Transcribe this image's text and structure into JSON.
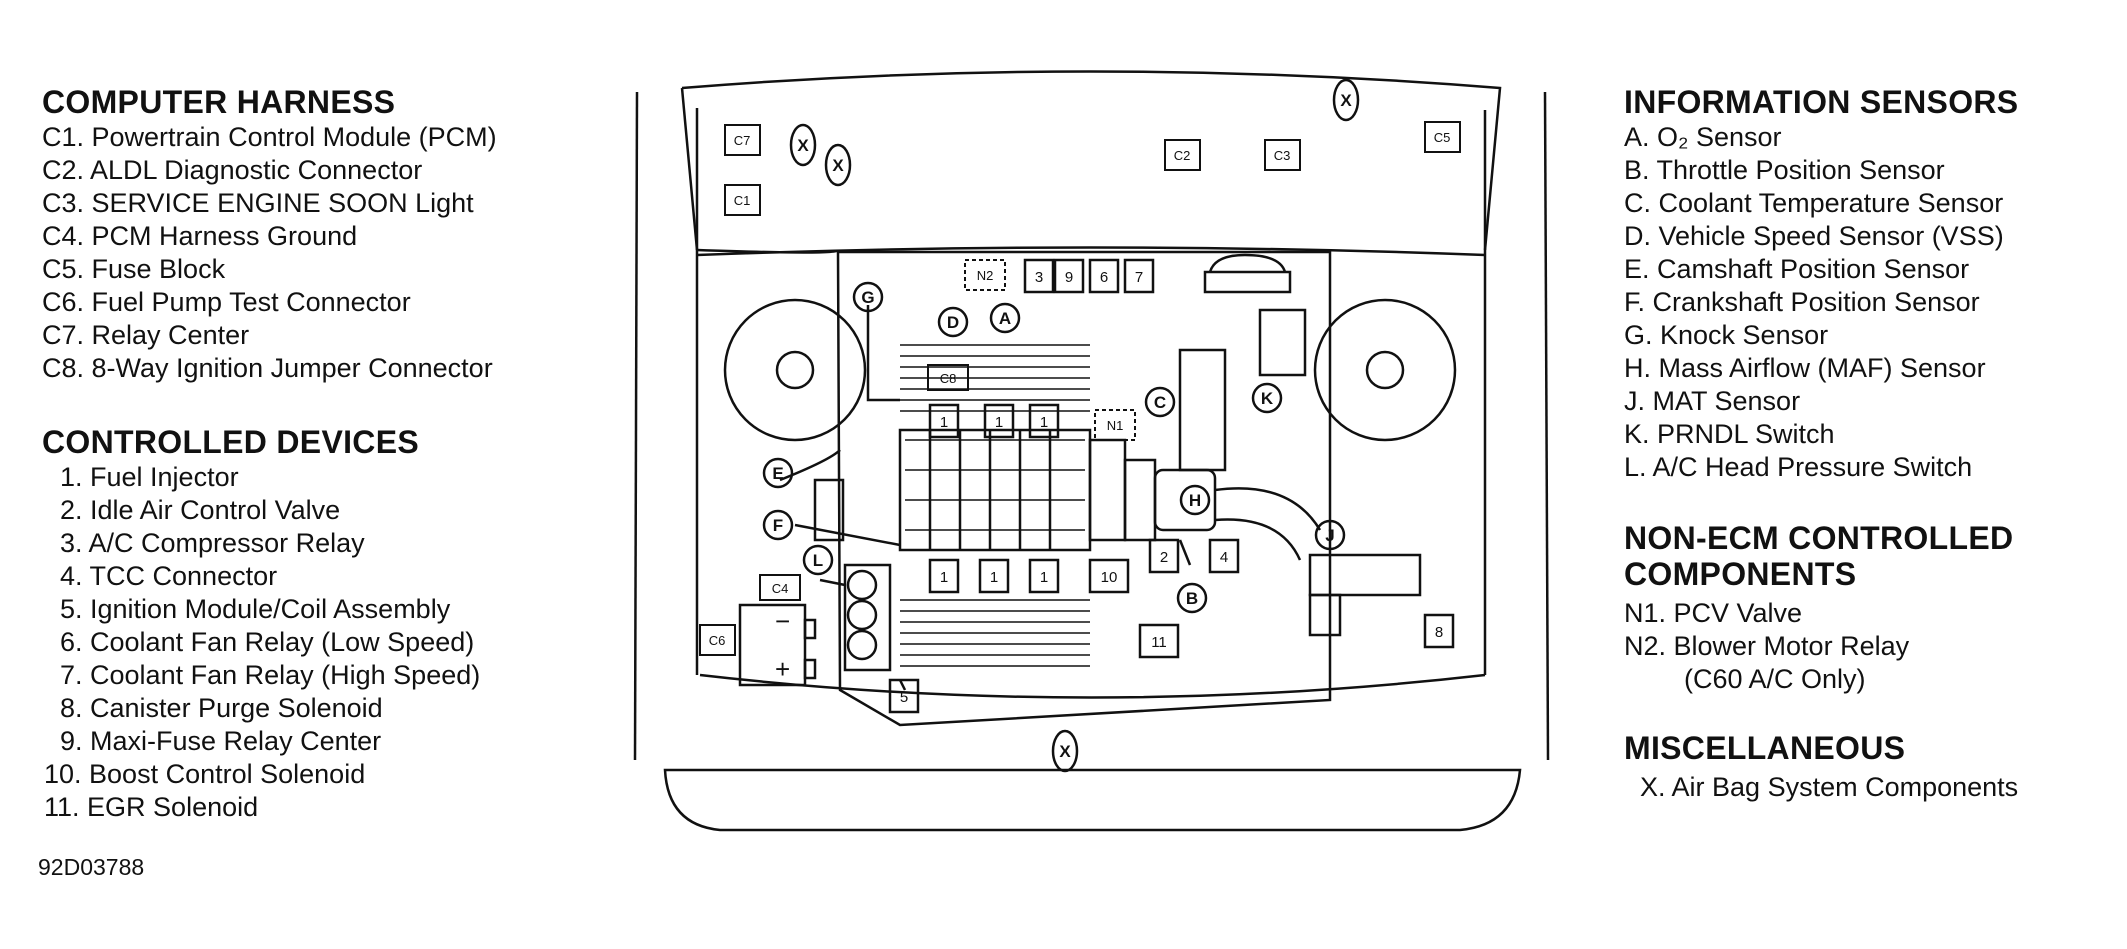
{
  "left": {
    "harness_title": "COMPUTER HARNESS",
    "harness_items": [
      "C1. Powertrain Control Module (PCM)",
      "C2. ALDL Diagnostic Connector",
      "C3. SERVICE ENGINE SOON Light",
      "C4. PCM Harness Ground",
      "C5. Fuse Block",
      "C6. Fuel Pump Test Connector",
      "C7. Relay Center",
      "C8. 8-Way Ignition Jumper Connector"
    ],
    "devices_title": "CONTROLLED DEVICES",
    "devices_items": [
      "1. Fuel Injector",
      "2. Idle Air Control Valve",
      "3. A/C Compressor Relay",
      "4. TCC Connector",
      "5. Ignition Module/Coil Assembly",
      "6. Coolant Fan Relay (Low Speed)",
      "7. Coolant Fan Relay (High Speed)",
      "8. Canister Purge Solenoid",
      "9. Maxi-Fuse Relay Center",
      "10. Boost Control Solenoid",
      "11. EGR Solenoid"
    ],
    "figure_ref": "92D03788"
  },
  "right": {
    "sensors_title": "INFORMATION SENSORS",
    "sensors_items": [
      "A. O₂ Sensor",
      "B. Throttle Position Sensor",
      "C. Coolant Temperature Sensor",
      "D. Vehicle Speed Sensor (VSS)",
      "E. Camshaft Position Sensor",
      "F. Crankshaft Position Sensor",
      "G. Knock Sensor",
      "H. Mass Airflow (MAF) Sensor",
      "J. MAT Sensor",
      "K. PRNDL Switch",
      "L. A/C Head Pressure Switch"
    ],
    "nonecm_title_1": "NON-ECM CONTROLLED",
    "nonecm_title_2": "COMPONENTS",
    "nonecm_items": [
      "N1. PCV Valve",
      "N2. Blower Motor Relay",
      "(C60 A/C Only)"
    ],
    "misc_title": "MISCELLANEOUS",
    "misc_items": [
      "X. Air Bag System Components"
    ]
  },
  "diagram": {
    "connector_labels": [
      "C1",
      "C2",
      "C3",
      "C4",
      "C5",
      "C6",
      "C7",
      "C8"
    ],
    "device_labels": [
      "1",
      "2",
      "3",
      "4",
      "5",
      "6",
      "7",
      "8",
      "9",
      "10",
      "11"
    ],
    "sensor_labels": [
      "A",
      "B",
      "C",
      "D",
      "E",
      "F",
      "G",
      "H",
      "J",
      "K",
      "L"
    ],
    "nonecm_labels": [
      "N1",
      "N2"
    ],
    "airbag_label": "X"
  }
}
